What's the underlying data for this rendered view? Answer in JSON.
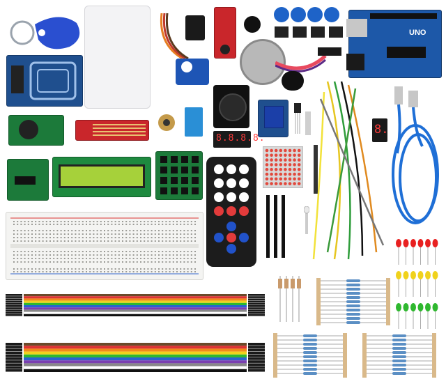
{
  "board": {
    "label": "UNO"
  },
  "segment_display": {
    "value": "8.8.8.8."
  },
  "single_digit": {
    "value": "8."
  },
  "colors": {
    "pcb_blue": "#1f4f8e",
    "pcb_green": "#1c7a3a",
    "pcb_red": "#c9262b",
    "button_blue": "#1e63c8",
    "lcd_green": "#a6d13a",
    "breadboard": "#f4f4f2",
    "usb_cable": "#1f6fd6"
  }
}
